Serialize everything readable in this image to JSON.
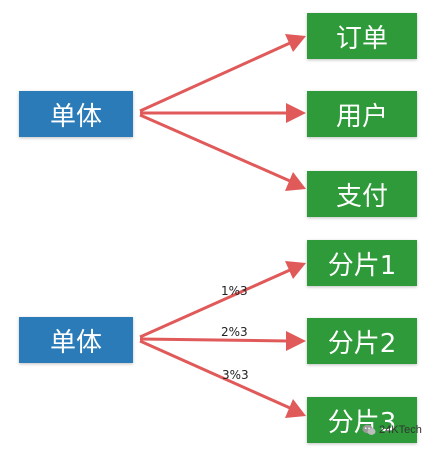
{
  "colors": {
    "source_box": "#2a7bb8",
    "target_box": "#2e9a3a",
    "arrow": "#e15a5a"
  },
  "diagram_top": {
    "source": "单体",
    "targets": [
      "订单",
      "用户",
      "支付"
    ]
  },
  "diagram_bottom": {
    "source": "单体",
    "targets": [
      "分片1",
      "分片2",
      "分片3"
    ],
    "edge_labels": [
      "1%3",
      "2%3",
      "3%3"
    ]
  },
  "watermark": {
    "icon": "wechat-icon",
    "text": "24KTech"
  }
}
